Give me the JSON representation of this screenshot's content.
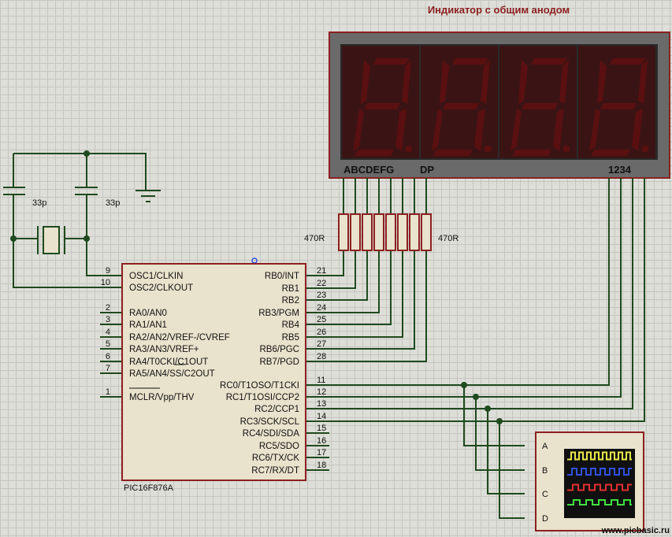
{
  "title": "Индикатор с общим анодом",
  "display": {
    "segments_label": "ABCDEFG",
    "dp_label": "DP",
    "digits_label": "1234"
  },
  "resistors": {
    "value_left": "470R",
    "value_right": "470R"
  },
  "capacitors": {
    "c1_value": "33p",
    "c2_value": "33p"
  },
  "mcu": {
    "part_name": "PIC16F876A",
    "left_pins": [
      {
        "num": "9",
        "name": "OSC1/CLKIN"
      },
      {
        "num": "10",
        "name": "OSC2/CLKOUT"
      },
      {
        "num": "2",
        "name": "RA0/AN0"
      },
      {
        "num": "3",
        "name": "RA1/AN1"
      },
      {
        "num": "4",
        "name": "RA2/AN2/VREF-/CVREF"
      },
      {
        "num": "5",
        "name": "RA3/AN3/VREF+"
      },
      {
        "num": "6",
        "name": "RA4/T0CKI/C1OUT"
      },
      {
        "num": "7",
        "name": "RA5/AN4/SS/C2OUT"
      },
      {
        "num": "1",
        "name": "MCLR/Vpp/THV"
      }
    ],
    "right_pins": [
      {
        "num": "21",
        "name": "RB0/INT"
      },
      {
        "num": "22",
        "name": "RB1"
      },
      {
        "num": "23",
        "name": "RB2"
      },
      {
        "num": "24",
        "name": "RB3/PGM"
      },
      {
        "num": "25",
        "name": "RB4"
      },
      {
        "num": "26",
        "name": "RB5"
      },
      {
        "num": "27",
        "name": "RB6/PGC"
      },
      {
        "num": "28",
        "name": "RB7/PGD"
      },
      {
        "num": "11",
        "name": "RC0/T1OSO/T1CKI"
      },
      {
        "num": "12",
        "name": "RC1/T1OSI/CCP2"
      },
      {
        "num": "13",
        "name": "RC2/CCP1"
      },
      {
        "num": "14",
        "name": "RC3/SCK/SCL"
      },
      {
        "num": "15",
        "name": "RC4/SDI/SDA"
      },
      {
        "num": "16",
        "name": "RC5/SDO"
      },
      {
        "num": "17",
        "name": "RC6/TX/CK"
      },
      {
        "num": "18",
        "name": "RC7/RX/DT"
      }
    ]
  },
  "scope": {
    "channels": [
      "A",
      "B",
      "C",
      "D"
    ]
  },
  "watermark": "www.picbasic.ru",
  "colors": {
    "wire": "#1e4a1e",
    "component_outline": "#8b2020",
    "component_fill": "#e9e2cc",
    "title": "#8b2020",
    "led_off": "#5a0f10",
    "display_body": "#2a2a2a",
    "display_bezel": "#6a6a6a",
    "trace_a": "#e8e84a",
    "trace_b": "#3050e0",
    "trace_c": "#e03030",
    "trace_d": "#40e040"
  }
}
